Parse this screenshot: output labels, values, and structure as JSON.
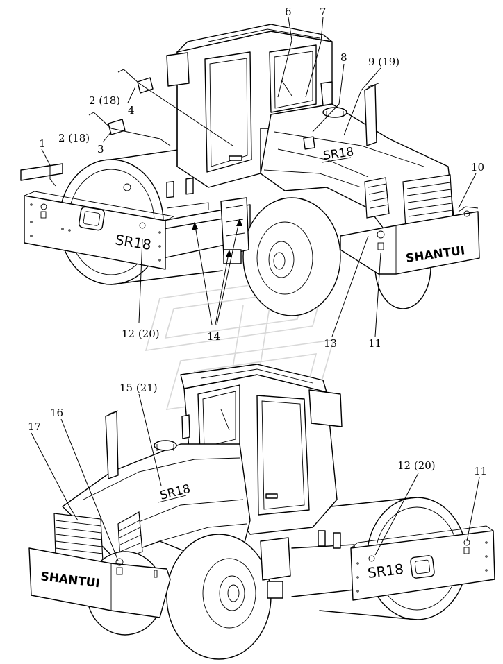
{
  "callouts": {
    "c1": "1",
    "c2a": "2 (18)",
    "c2b": "2 (18)",
    "c3": "3",
    "c4": "4",
    "c6": "6",
    "c7": "7",
    "c8": "8",
    "c9": "9 (19)",
    "c10": "10",
    "c11a": "11",
    "c12a": "12 (20)",
    "c13": "13",
    "c14": "14",
    "c15": "15 (21)",
    "c16": "16",
    "c17": "17",
    "c12b": "12 (20)",
    "c11b": "11"
  },
  "decals": {
    "brand": "SHANTUI",
    "model": "SR18"
  }
}
